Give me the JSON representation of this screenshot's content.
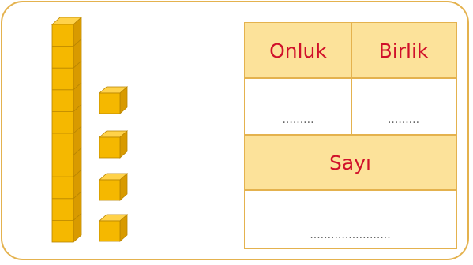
{
  "table": {
    "tens_header": "Onluk",
    "ones_header": "Birlik",
    "tens_value": ".........",
    "ones_value": ".........",
    "number_header": "Sayı",
    "number_value": "......................."
  },
  "blocks": {
    "tens_rods": 1,
    "unit_cubes": 4
  },
  "colors": {
    "border": "#E4B24E",
    "header_fill": "#FCE29A",
    "header_text": "#D0102A",
    "block_face": "#F5B800",
    "block_top": "#FFD24A",
    "block_side": "#D89A00"
  }
}
